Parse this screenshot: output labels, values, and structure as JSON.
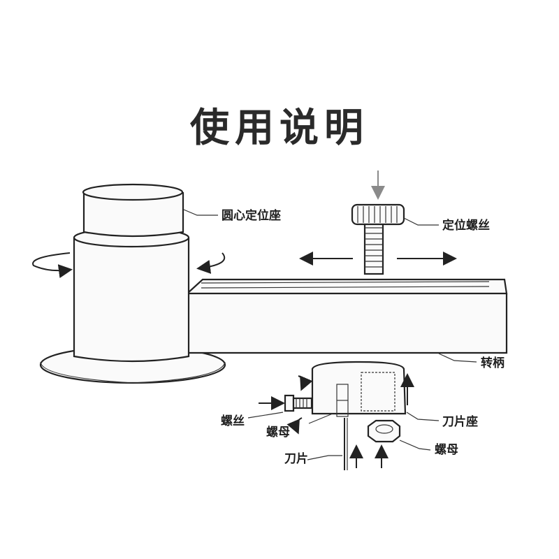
{
  "title": "使用说明",
  "labels": {
    "center_seat": "圆心定位座",
    "locating_screw": "定位螺丝",
    "handle": "转柄",
    "screw": "螺丝",
    "nut_left": "螺母",
    "blade_seat": "刀片座",
    "nut_right": "螺母",
    "blade": "刀片"
  }
}
